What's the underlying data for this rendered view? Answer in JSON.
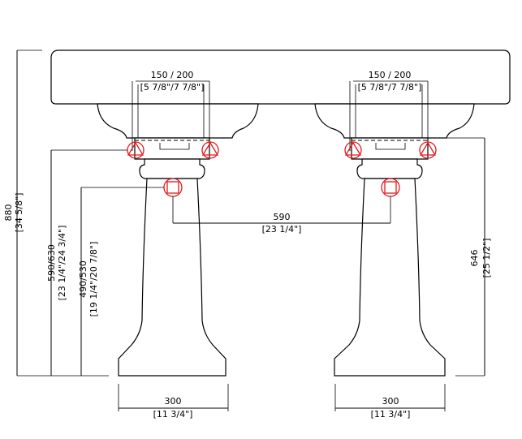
{
  "dimensions": {
    "total_height": {
      "mm": "880",
      "inch": "[34 5/8\"]"
    },
    "drain_height": {
      "mm": "590/630",
      "inch": "[23 1/4\"/24 3/4\"]"
    },
    "supply_height": {
      "mm": "490/530",
      "inch": "[19 1/4\"/20 7/8\"]"
    },
    "pedestal_height": {
      "mm": "646",
      "inch": "[25 1/2\"]"
    },
    "center_distance": {
      "mm": "590",
      "inch": "[23 1/4\"]"
    },
    "left_drain_spacing": {
      "mm": "150 / 200",
      "inch": "[5 7/8\"/7 7/8\"]"
    },
    "right_drain_spacing": {
      "mm": "150 / 200",
      "inch": "[5 7/8\"/7 7/8\"]"
    },
    "left_base_width": {
      "mm": "300",
      "inch": "[11 3/4\"]"
    },
    "right_base_width": {
      "mm": "300",
      "inch": "[11 3/4\"]"
    }
  },
  "colors": {
    "line": "#000000",
    "connection_marker": "#e0191d"
  },
  "markers": {
    "waste": "triangle-in-circle-icon",
    "supply": "square-in-circle-icon"
  }
}
